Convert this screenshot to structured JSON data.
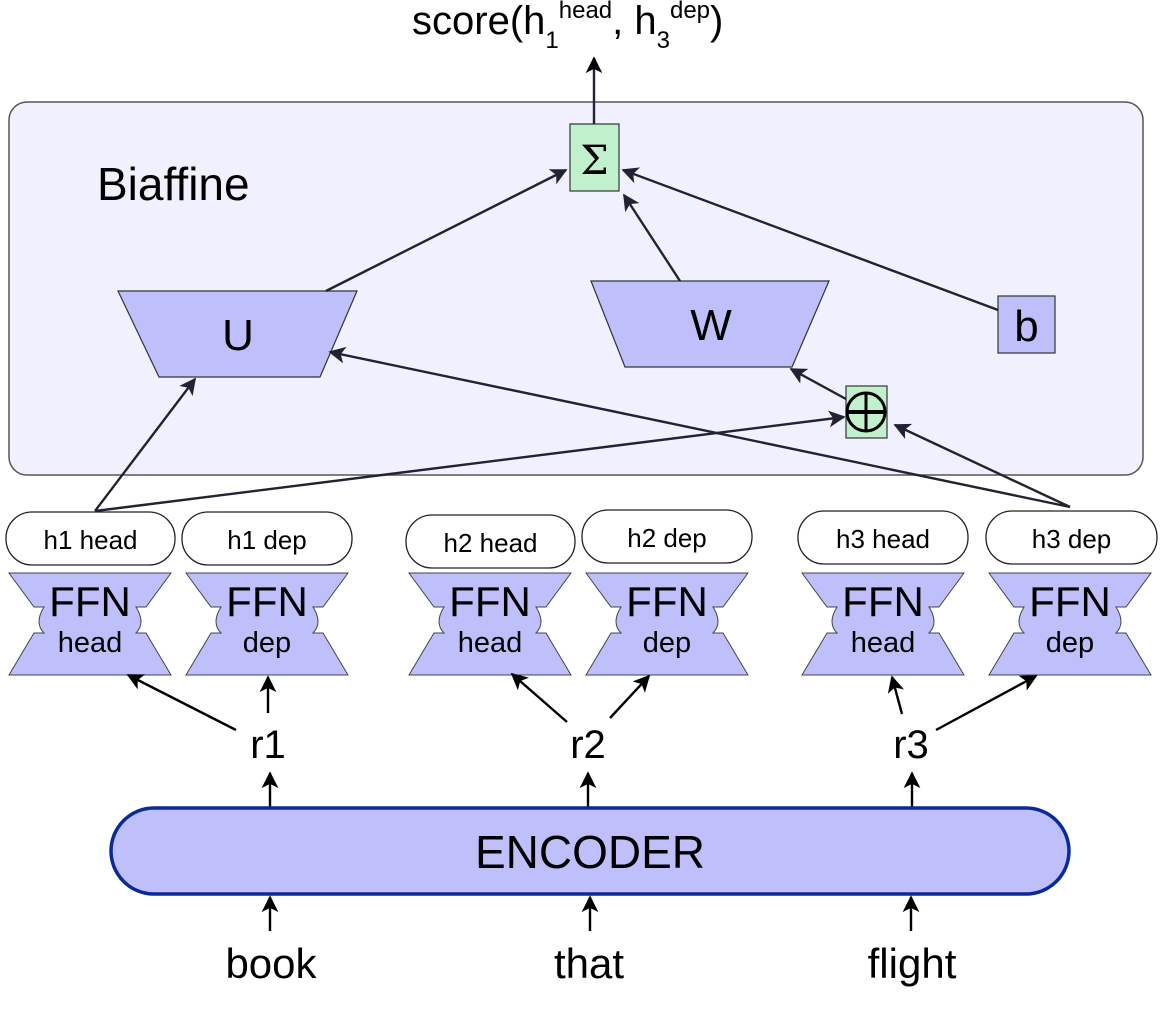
{
  "output": {
    "label_prefix": "score(h",
    "sub1": "1",
    "sup1": "head",
    "sep": ", h",
    "sub2": "3",
    "sup2": "dep",
    "label_suffix": ")"
  },
  "biaffine": {
    "title": "Biaffine",
    "sum_symbol": "Σ",
    "U_label": "U",
    "W_label": "W",
    "b_label": "b",
    "concat_symbol": "⊕"
  },
  "hidden": [
    {
      "head": "h1 head",
      "dep": "h1 dep"
    },
    {
      "head": "h2 head",
      "dep": "h2 dep"
    },
    {
      "head": "h3 head",
      "dep": "h3 dep"
    }
  ],
  "ffn": {
    "title": "FFN",
    "head_sub": "head",
    "dep_sub": "dep"
  },
  "reps": [
    "r1",
    "r2",
    "r3"
  ],
  "encoder": {
    "label": "ENCODER"
  },
  "words": [
    "book",
    "that",
    "flight"
  ],
  "colors": {
    "panel_fill": "#f0f0fe",
    "block_fill": "#bfbffc",
    "op_fill": "#c0f0cc",
    "encoder_border": "#0a2a9a"
  }
}
